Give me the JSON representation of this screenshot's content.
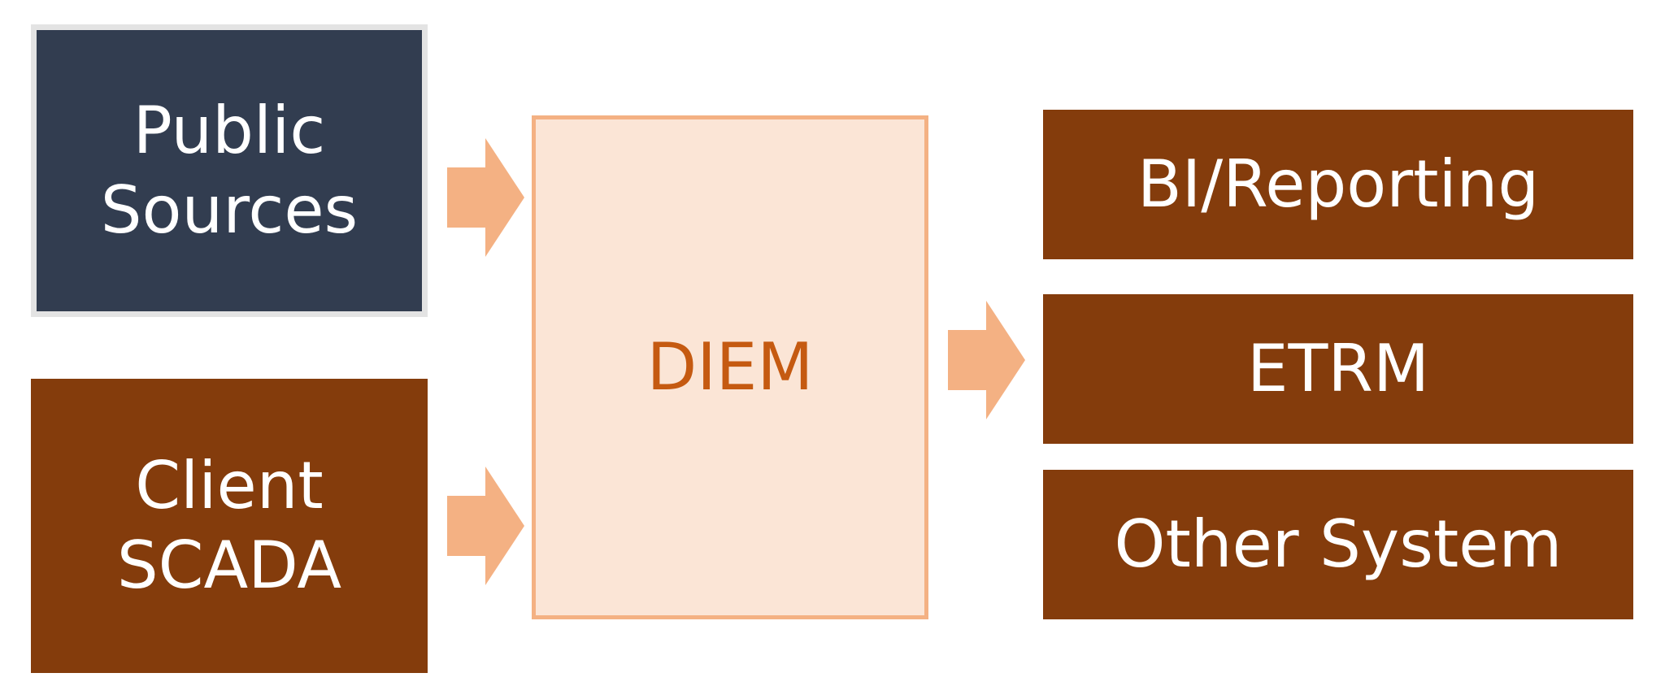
{
  "colors": {
    "navy": "#323d50",
    "brown": "#843c0c",
    "diem_fill": "#fbe5d6",
    "diem_border": "#f4b183",
    "diem_text": "#c55a11",
    "arrow": "#f4b183",
    "text_light": "#ffffff"
  },
  "inputs": [
    {
      "label": "Public\nSources"
    },
    {
      "label": "Client\nSCADA"
    }
  ],
  "hub": {
    "label": "DIEM"
  },
  "outputs": [
    {
      "label": "BI/Reporting"
    },
    {
      "label": "ETRM"
    },
    {
      "label": "Other System"
    }
  ]
}
